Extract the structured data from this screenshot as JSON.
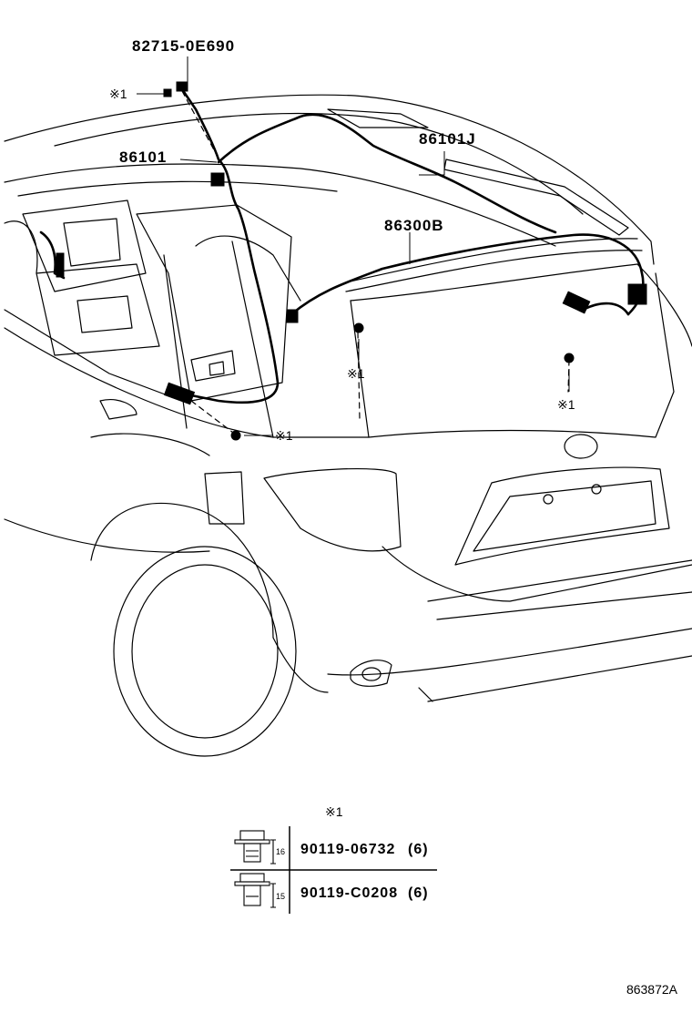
{
  "labels": {
    "part_82715": "82715-0E690",
    "part_86101": "86101",
    "part_86101J": "86101J",
    "part_86300B": "86300B"
  },
  "ref_marks": {
    "ref_top": "※1",
    "ref_mid_left": "※1",
    "ref_mid_right": "※1",
    "ref_lower": "※1",
    "table_title": "※1"
  },
  "clip_table": {
    "rows": [
      {
        "dimension": "16",
        "part": "90119-06732",
        "qty": "(6)"
      },
      {
        "dimension": "15",
        "part": "90119-C0208",
        "qty": "(6)"
      }
    ]
  },
  "footer": {
    "code": "863872A"
  }
}
